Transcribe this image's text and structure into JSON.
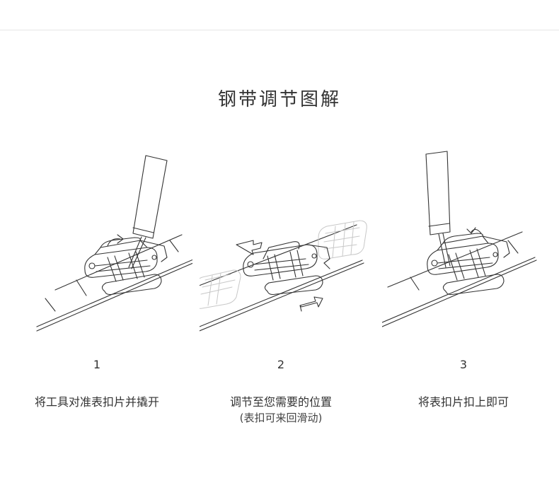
{
  "title": "钢带调节图解",
  "steps": [
    {
      "number": "1",
      "caption": "将工具对准表扣片并撬开",
      "sub": ""
    },
    {
      "number": "2",
      "caption": "调节至您需要的位置",
      "sub": "(表扣可来回滑动)"
    },
    {
      "number": "3",
      "caption": "将表扣片扣上即可",
      "sub": ""
    }
  ],
  "colors": {
    "line": "#333333",
    "ghost": "#c8c8c8"
  },
  "icons": [
    "pry-tool-icon",
    "watch-clasp-icon",
    "curved-arrow-icon",
    "left-arrow-icon",
    "right-arrow-icon"
  ]
}
